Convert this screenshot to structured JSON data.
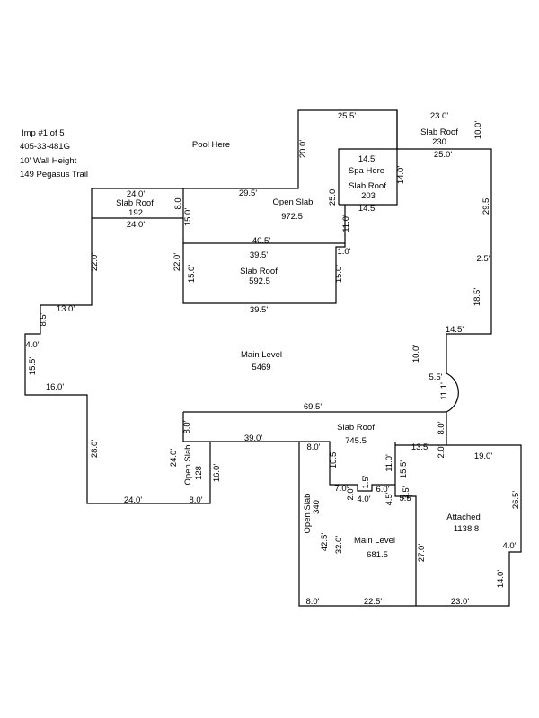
{
  "info": {
    "imp": "Imp #1 of 5",
    "parcel": "405-33-481G",
    "wall_height": "10' Wall Height",
    "address": "149 Pegasus Trail"
  },
  "notes": {
    "pool": "Pool Here",
    "spa": "Spa Here"
  },
  "areas": {
    "slab_roof_top_right": {
      "label": "Slab Roof",
      "value": "230"
    },
    "slab_roof_spa": {
      "label": "Slab Roof",
      "value": "203"
    },
    "slab_roof_left": {
      "label": "Slab Roof",
      "value": "192"
    },
    "open_slab_top": {
      "label": "Open Slab",
      "value": "972.5"
    },
    "slab_roof_mid": {
      "label": "Slab Roof",
      "value": "592.5"
    },
    "main_level": {
      "label": "Main Level",
      "value": "5469"
    },
    "slab_roof_bottom": {
      "label": "Slab Roof",
      "value": "745.5"
    },
    "open_slab_small": {
      "label": "Open Slab",
      "value": "128"
    },
    "open_slab_tall": {
      "label": "Open Slab",
      "value": "340"
    },
    "main_level_small": {
      "label": "Main Level",
      "value": "681.5"
    },
    "attached": {
      "label": "Attached",
      "value": "1138.8"
    }
  },
  "dimensions": [
    "25.5'",
    "23.0'",
    "10.0'",
    "20.0'",
    "25.0'",
    "14.5'",
    "14.0'",
    "14.5'",
    "25.0'",
    "29.5'",
    "24.0'",
    "8.0'",
    "24.0'",
    "15.0'",
    "29.5'",
    "11.0'",
    "40.5'",
    "1.0'",
    "39.5'",
    "22.0'",
    "22.0'",
    "15.0'",
    "15.0'",
    "2.5'",
    "39.5'",
    "18.5'",
    "13.0'",
    "8.5'",
    "14.5'",
    "4.0'",
    "10.0'",
    "15.5'",
    "5.5'",
    "11.1'",
    "16.0'",
    "69.5'",
    "8.0'",
    "8.0'",
    "39.0'",
    "28.0'",
    "24.0'",
    "8.0'",
    "10.5'",
    "13.5'",
    "2.0'",
    "19.0'",
    "11.0'",
    "15.5'",
    "16.0'",
    "1.5'",
    "7.0'",
    "2.0'",
    "6.0'",
    "4.0'",
    "4.5'",
    "3.5'",
    "5.5'",
    "26.5'",
    "24.0'",
    "8.0'",
    "42.5'",
    "32.0'",
    "27.0'",
    "4.0'",
    "14.0'",
    "8.0'",
    "22.5'",
    "23.0'"
  ]
}
